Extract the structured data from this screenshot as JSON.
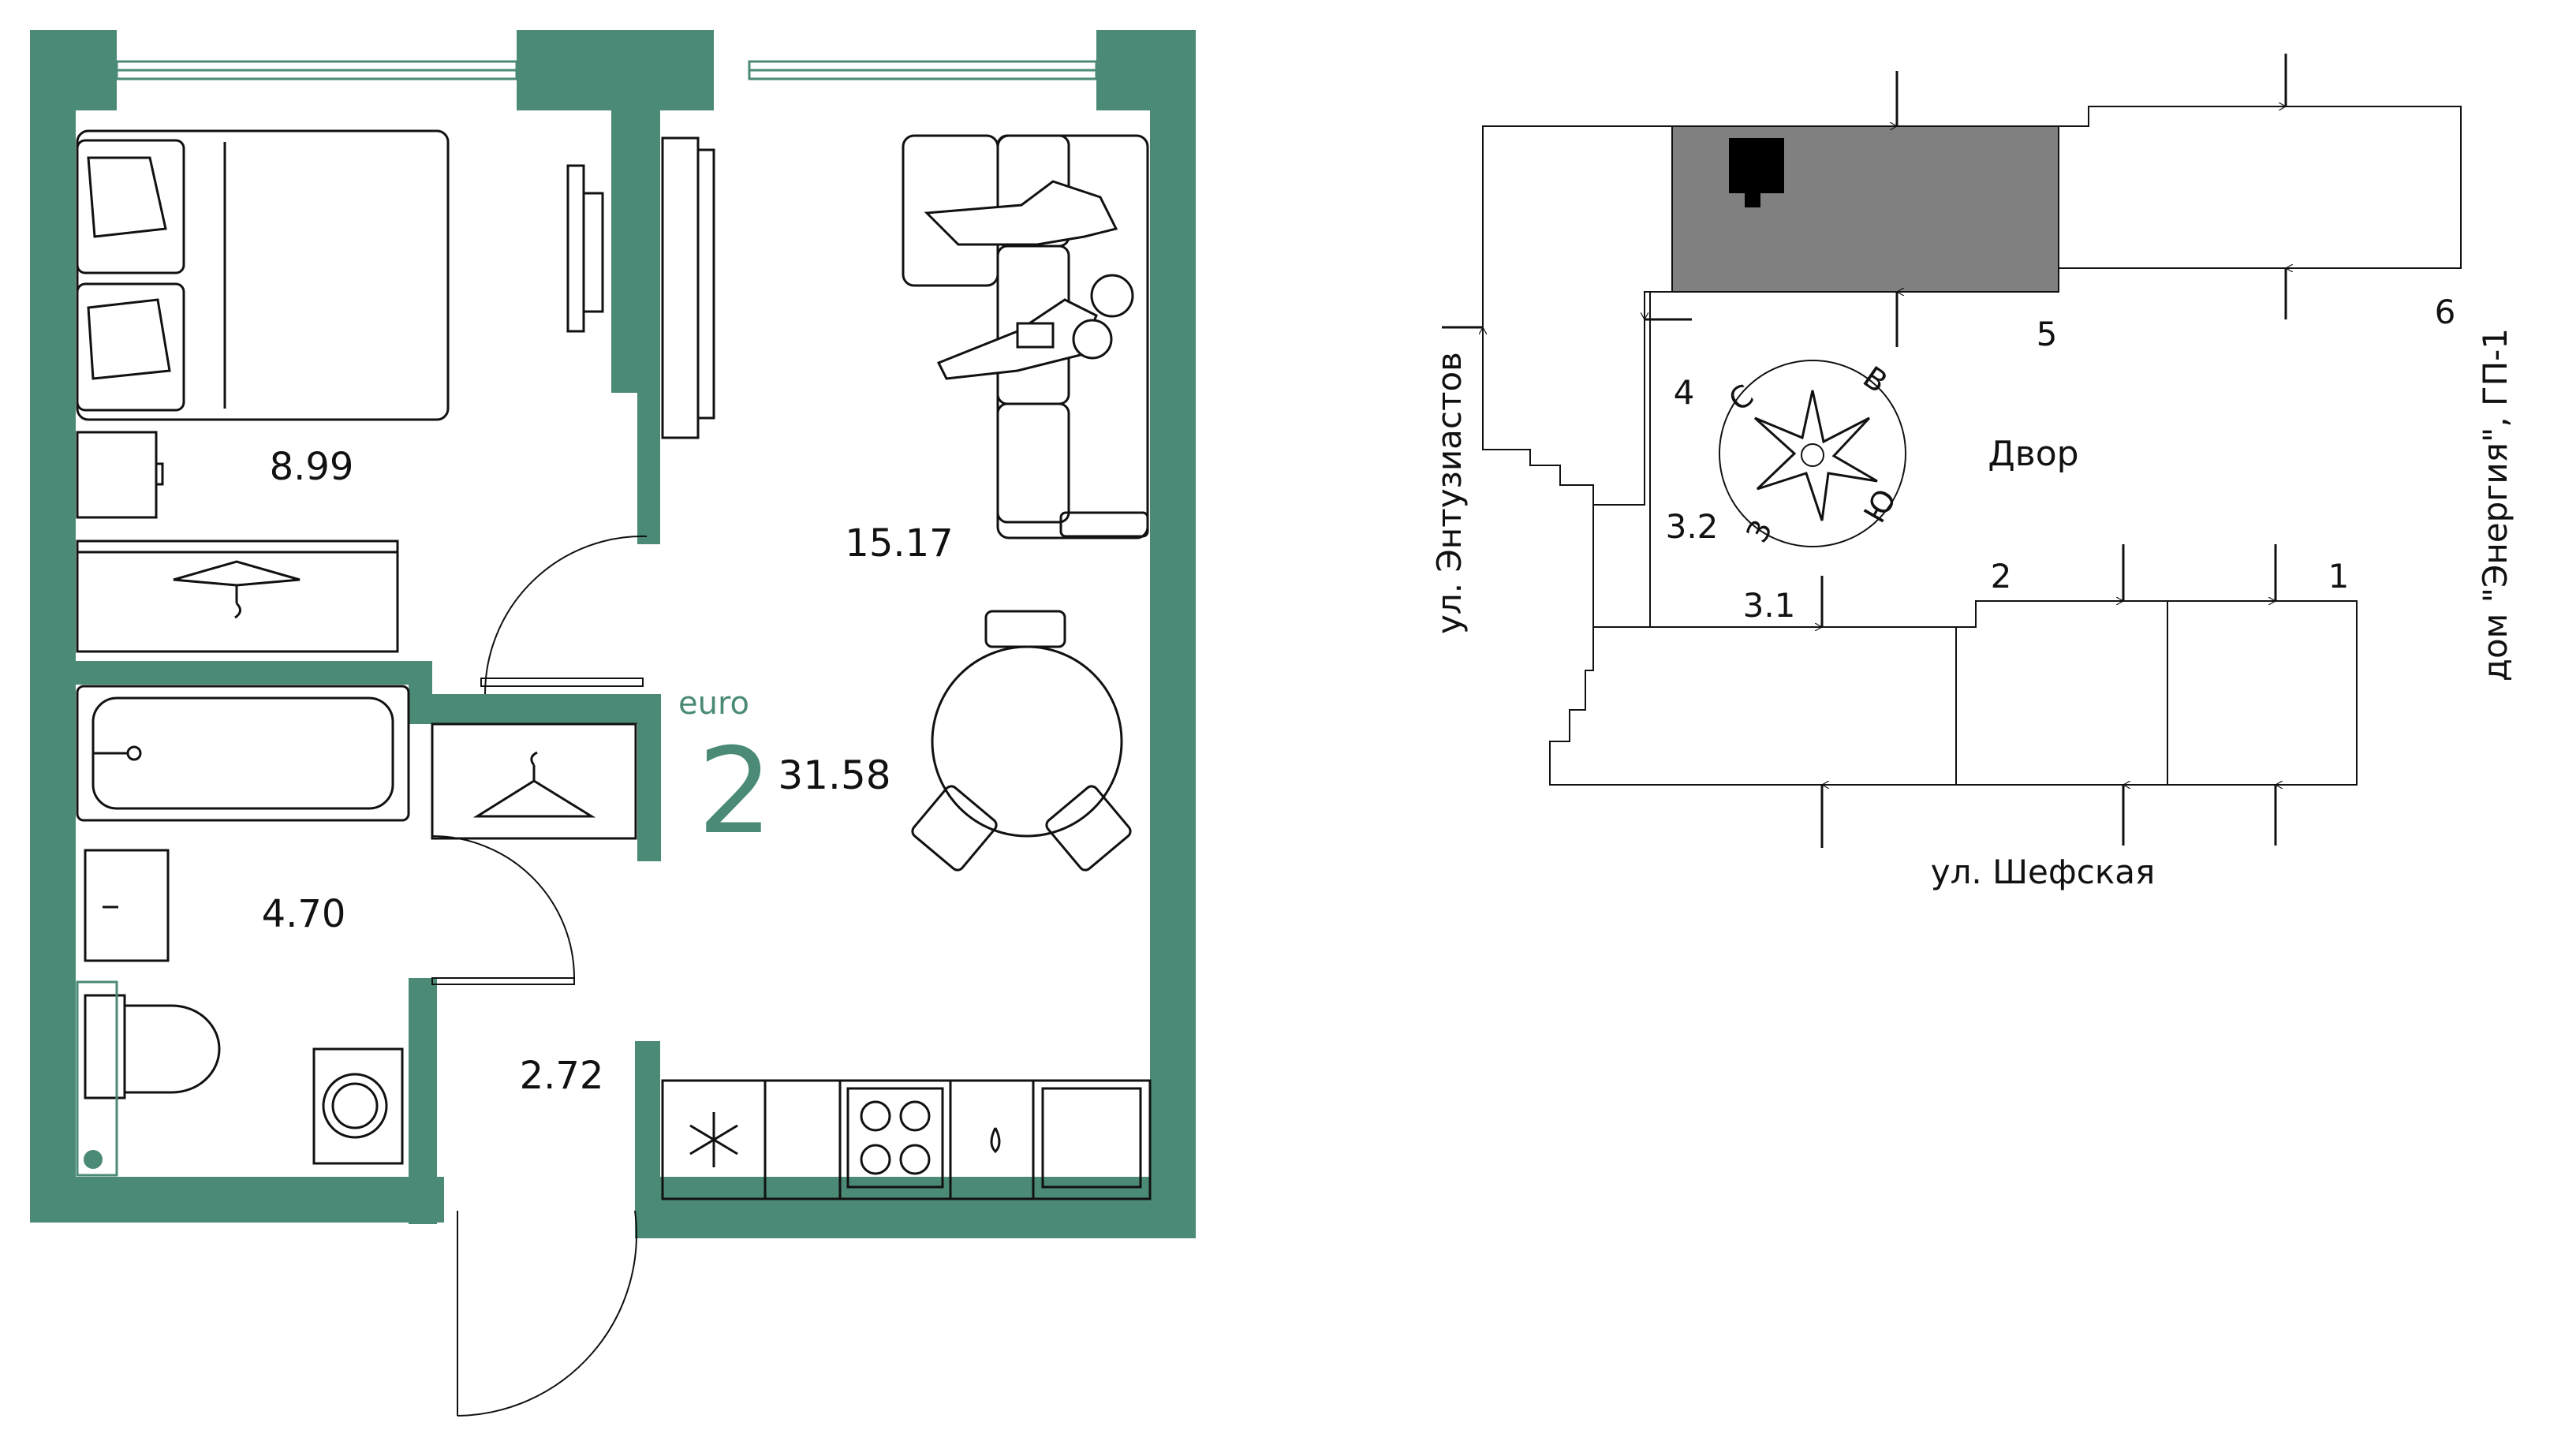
{
  "plan": {
    "rooms": {
      "bedroom_area": "8.99",
      "living_area": "15.17",
      "bathroom_area": "4.70",
      "hall_area": "2.72"
    },
    "badge": {
      "type_label": "euro",
      "rooms_count": "2",
      "total_area": "31.58"
    }
  },
  "site": {
    "yard_label": "Двор",
    "streets": {
      "left": "ул. Энтузиастов",
      "bottom": "ул. Шефская",
      "right": "дом \"Энергия\", ГП-1"
    },
    "sections": [
      "1",
      "2",
      "3.1",
      "3.2",
      "4",
      "5",
      "6"
    ],
    "compass": {
      "north": "С",
      "east": "В",
      "south": "Ю",
      "west": "З"
    }
  },
  "colors": {
    "wall": "#4a8a76",
    "accent_text": "#4a8a76",
    "line": "#111111",
    "building_fill": "#808080",
    "marker": "#000000"
  },
  "icons": [
    "hanger-icon",
    "snowflake-icon",
    "stove-icon",
    "compass-rose-icon",
    "entrance-arrow-icon"
  ]
}
